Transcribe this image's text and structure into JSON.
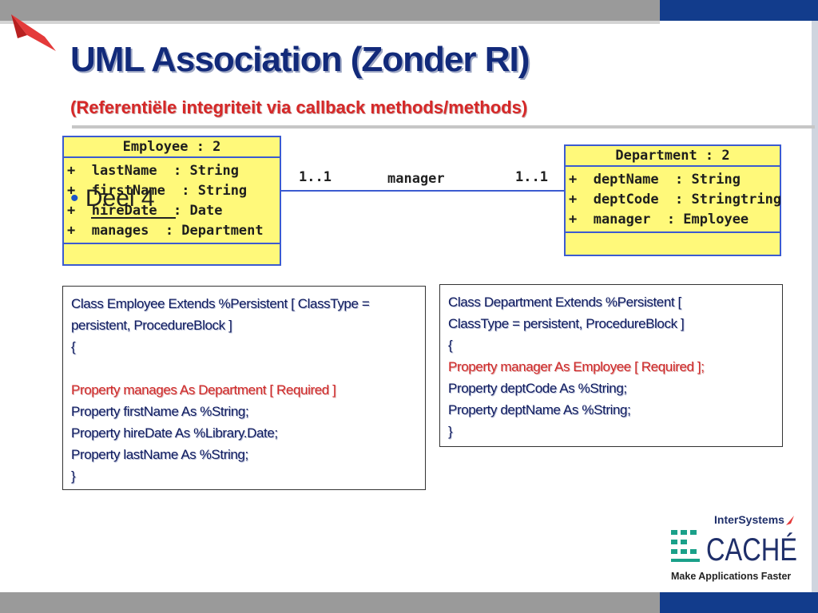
{
  "slide": {
    "title": "UML Association (Zonder RI)",
    "subtitle": "(Referentiële integriteit via callback methods/methods)"
  },
  "bullet": {
    "text": "Deel 4"
  },
  "diagram": {
    "employee": {
      "header": "Employee : 2",
      "attributes": [
        "+  lastName  : String",
        "+  firstName  : String",
        "+  hireDate  : Date",
        "+  manages  : Department"
      ]
    },
    "department": {
      "header": "Department : 2",
      "attributes": [
        "+  deptName  : String",
        "+  deptCode  : Stringtring",
        "+  manager  : Employee"
      ]
    },
    "association": {
      "left_multiplicity": "1..1",
      "role": "manager",
      "right_multiplicity": "1..1"
    }
  },
  "code_employee": {
    "lines": [
      "Class Employee Extends %Persistent [ ClassType =",
      "persistent, ProcedureBlock ]",
      "{",
      "",
      "Property manages As Department [ Required ]",
      "Property firstName As %String;",
      "Property hireDate As %Library.Date;",
      "Property lastName As %String;",
      "}"
    ]
  },
  "code_department": {
    "lines": [
      "Class Department Extends %Persistent [",
      "ClassType = persistent, ProcedureBlock ]",
      "{",
      "Property manager As Employee [ Required ];",
      "Property deptCode As %String;",
      "Property deptName As %String;",
      "}"
    ]
  },
  "logo": {
    "company": "InterSystems",
    "product": "CACHÉ",
    "tagline": "Make Applications Faster"
  },
  "colors": {
    "title": "#122a7a",
    "subtitle": "#d62828",
    "uml_fill": "#fff97a",
    "uml_border": "#3b5bd0",
    "code_red": "#cf2a2a",
    "brand_blue": "#123c8c"
  }
}
